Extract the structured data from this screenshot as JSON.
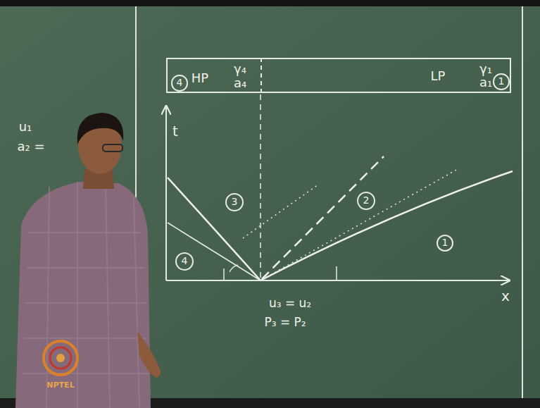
{
  "diagram": {
    "nodes": [
      {
        "text": [
          "HP",
          "γ₄",
          "a₄"
        ]
      },
      {
        "text": [
          "4"
        ],
        "in": 0
      },
      {
        "text": [
          "LP",
          "γ₁",
          "a₁"
        ]
      },
      {
        "text": [
          "1"
        ],
        "in": 2
      },
      {
        "text": [
          "3"
        ]
      },
      {
        "text": [
          "2"
        ]
      },
      {
        "text": [
          "1"
        ]
      },
      {
        "text": [
          "4"
        ]
      }
    ],
    "labels": [
      "t",
      "x",
      "u₃ = u₂",
      "P₃ = P₂",
      "u₁",
      "a₂ =",
      "NPTEL"
    ]
  }
}
